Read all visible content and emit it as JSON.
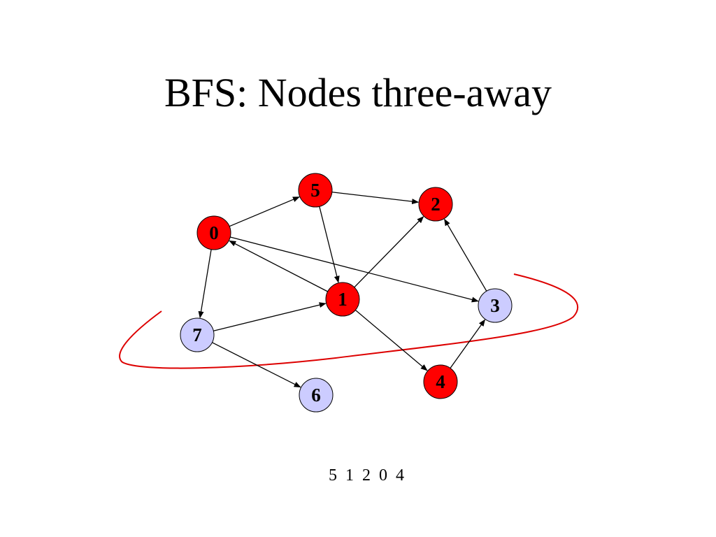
{
  "title": "BFS: Nodes three-away",
  "colors": {
    "visited": "#ff0000",
    "unvisited": "#ccccff",
    "outline": "#000000",
    "frontier_curve": "#dd0000",
    "edge": "#000000"
  },
  "nodes": [
    {
      "id": "0",
      "label": "0",
      "state": "visited"
    },
    {
      "id": "5",
      "label": "5",
      "state": "visited"
    },
    {
      "id": "2",
      "label": "2",
      "state": "visited"
    },
    {
      "id": "1",
      "label": "1",
      "state": "visited"
    },
    {
      "id": "3",
      "label": "3",
      "state": "unvisited"
    },
    {
      "id": "7",
      "label": "7",
      "state": "unvisited"
    },
    {
      "id": "6",
      "label": "6",
      "state": "unvisited"
    },
    {
      "id": "4",
      "label": "4",
      "state": "visited"
    }
  ],
  "edges": [
    {
      "from": "0",
      "to": "5"
    },
    {
      "from": "5",
      "to": "2"
    },
    {
      "from": "5",
      "to": "1"
    },
    {
      "from": "1",
      "to": "0"
    },
    {
      "from": "0",
      "to": "3"
    },
    {
      "from": "0",
      "to": "7"
    },
    {
      "from": "1",
      "to": "2"
    },
    {
      "from": "3",
      "to": "2"
    },
    {
      "from": "7",
      "to": "1"
    },
    {
      "from": "1",
      "to": "4"
    },
    {
      "from": "4",
      "to": "3"
    },
    {
      "from": "7",
      "to": "6"
    }
  ],
  "queue": {
    "items": [
      "5",
      "1",
      "2",
      "0",
      "4"
    ]
  }
}
